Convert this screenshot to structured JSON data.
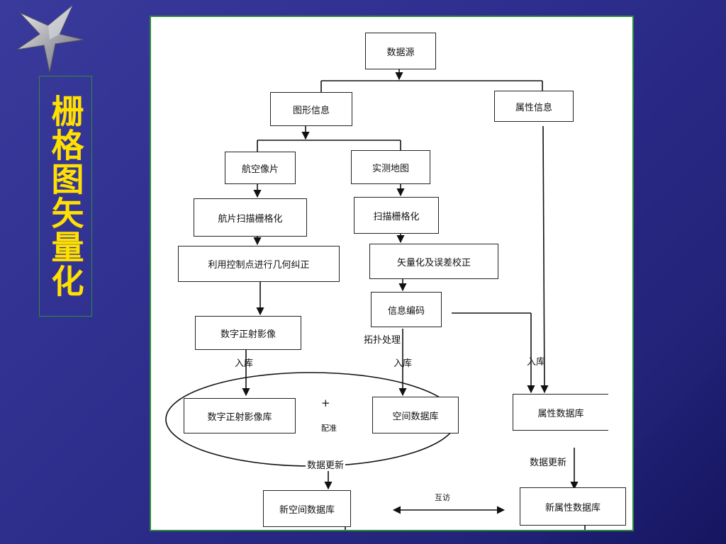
{
  "slide": {
    "title": "栅格图矢量化"
  },
  "diagram": {
    "nodes": {
      "data_source": "数据源",
      "graphic_info": "图形信息",
      "attribute_info": "属性信息",
      "aerial_photo": "航空像片",
      "survey_map": "实测地图",
      "aerial_scan": "航片扫描栅格化",
      "map_scan": "扫描栅格化",
      "geo_correction": "利用控制点进行几何纠正",
      "vectorize": "矢量化及误差校正",
      "info_encoding": "信息编码",
      "ortho_image": "数字正射影像",
      "ortho_db": "数字正射影像库",
      "spatial_db": "空间数据库",
      "attribute_db": "属性数据库",
      "new_spatial_db": "新空间数据库",
      "new_attribute_db": "新属性数据库"
    },
    "labels": {
      "topology": "拓扑处理",
      "ingest_left": "入库",
      "ingest_mid": "入库",
      "ingest_right": "入库",
      "plus": "+",
      "registration": "配准",
      "update_left": "数据更新",
      "update_right": "数据更新",
      "mutual_access": "互访"
    }
  }
}
